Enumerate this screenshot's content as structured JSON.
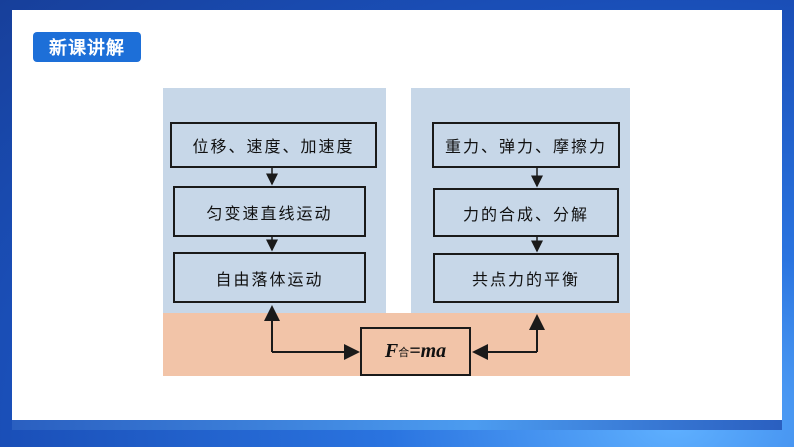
{
  "header": {
    "tag": "新课讲解"
  },
  "left_column": {
    "boxes": [
      "位移、速度、加速度",
      "匀变速直线运动",
      "自由落体运动"
    ]
  },
  "right_column": {
    "boxes": [
      "重力、弹力、摩擦力",
      "力的合成、分解",
      "共点力的平衡"
    ]
  },
  "formula": {
    "prefix": "F",
    "subscript": "合",
    "suffix": "=ma"
  },
  "colors": {
    "accent": "#1d6fd8",
    "blue_block": "#c7d7e8",
    "peach": "#f2c4a8"
  }
}
